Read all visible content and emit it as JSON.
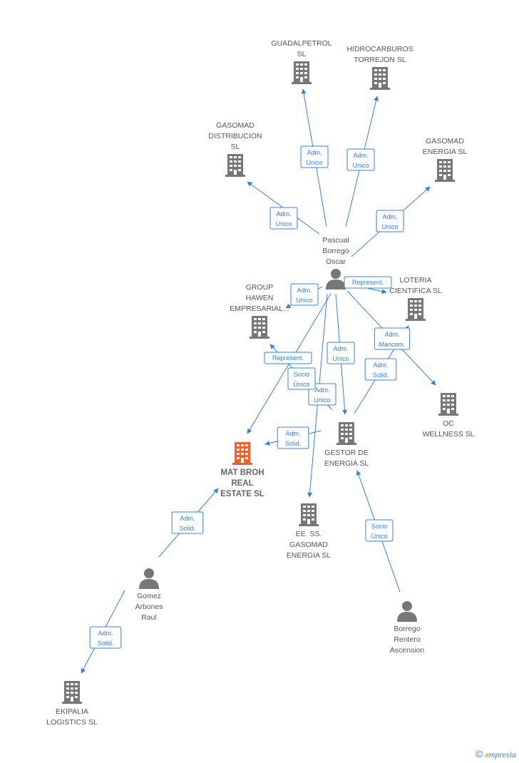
{
  "colors": {
    "edge": "#3b7fd4",
    "node_default": "#777777",
    "node_highlight": "#f0622d"
  },
  "nodes": [
    {
      "id": "guadalpetrol",
      "type": "company",
      "lines": [
        "GUADALPETROL",
        "SL"
      ]
    },
    {
      "id": "hidrocarburos",
      "type": "company",
      "lines": [
        "HIDROCARBUROS",
        "TORREJON  SL"
      ]
    },
    {
      "id": "gasomad_dist",
      "type": "company",
      "lines": [
        "GASOMAD",
        "DISTRIBUCION",
        "SL"
      ]
    },
    {
      "id": "gasomad_energia",
      "type": "company",
      "lines": [
        "GASOMAD",
        "ENERGIA SL"
      ]
    },
    {
      "id": "pascual",
      "type": "person",
      "lines": [
        "Pascual",
        "Borrego",
        "Oscar"
      ]
    },
    {
      "id": "group_hawen",
      "type": "company",
      "lines": [
        "GROUP",
        "HAWEN",
        "EMPRESARIAL..."
      ]
    },
    {
      "id": "loteria",
      "type": "company",
      "lines": [
        "LOTERIA",
        "CIENTIFICA  SL"
      ]
    },
    {
      "id": "oc_wellness",
      "type": "company",
      "lines": [
        "OC",
        "WELLNESS  SL"
      ]
    },
    {
      "id": "gestor",
      "type": "company",
      "lines": [
        "GESTOR DE",
        "ENERGIA  SL"
      ]
    },
    {
      "id": "mat_broh",
      "type": "company",
      "highlight": true,
      "lines": [
        "MAT BROH",
        "REAL",
        "ESTATE  SL"
      ]
    },
    {
      "id": "ee_ss",
      "type": "company",
      "lines": [
        "EE.  SS.",
        "GASOMAD",
        "ENERGIA  SL"
      ]
    },
    {
      "id": "gomez",
      "type": "person",
      "lines": [
        "Gomez",
        "Arbones",
        "Raul"
      ]
    },
    {
      "id": "borrego_rentero",
      "type": "person",
      "lines": [
        "Borrego",
        "Rentero",
        "Ascension"
      ]
    },
    {
      "id": "ekipalia",
      "type": "company",
      "lines": [
        "EKIPALIA",
        "LOGISTICS  SL"
      ]
    }
  ],
  "edges": [
    {
      "from": "pascual",
      "to": "guadalpetrol",
      "label": [
        "Adm.",
        "Unico"
      ]
    },
    {
      "from": "pascual",
      "to": "hidrocarburos",
      "label": [
        "Adm.",
        "Unico"
      ]
    },
    {
      "from": "pascual",
      "to": "gasomad_dist",
      "label": [
        "Adm.",
        "Unico"
      ]
    },
    {
      "from": "pascual",
      "to": "gasomad_energia",
      "label": [
        "Adm.",
        "Unico"
      ]
    },
    {
      "from": "pascual",
      "to": "group_hawen",
      "label": [
        "Adm.",
        "Unico"
      ]
    },
    {
      "from": "pascual",
      "to": "loteria",
      "label": [
        "Represent."
      ]
    },
    {
      "from": "pascual",
      "to": "oc_wellness",
      "label": [
        "Adm.",
        "Mancom."
      ]
    },
    {
      "from": "pascual",
      "to": "gestor",
      "label": [
        "Adm.",
        "Unico"
      ]
    },
    {
      "from": "pascual",
      "to": "mat_broh",
      "label": [
        "Represent."
      ]
    },
    {
      "from": "pascual",
      "to": "ee_ss",
      "label": [
        "Adm.",
        "Unico"
      ]
    },
    {
      "from": "gestor",
      "to": "group_hawen",
      "label": [
        "Socio",
        "Único"
      ]
    },
    {
      "from": "gestor",
      "to": "loteria",
      "label": [
        "Adm.",
        "Solid."
      ]
    },
    {
      "from": "gestor",
      "to": "mat_broh",
      "label": [
        "Adm.",
        "Solid."
      ]
    },
    {
      "from": "gomez",
      "to": "mat_broh",
      "label": [
        "Adm.",
        "Solid."
      ]
    },
    {
      "from": "gomez",
      "to": "ekipalia",
      "label": [
        "Adm.",
        "Solid."
      ]
    },
    {
      "from": "borrego_rentero",
      "to": "gestor",
      "label": [
        "Socio",
        "Único"
      ]
    }
  ],
  "footer": {
    "copyright": "©",
    "brand_first": "e",
    "brand_rest": "mpresia"
  }
}
